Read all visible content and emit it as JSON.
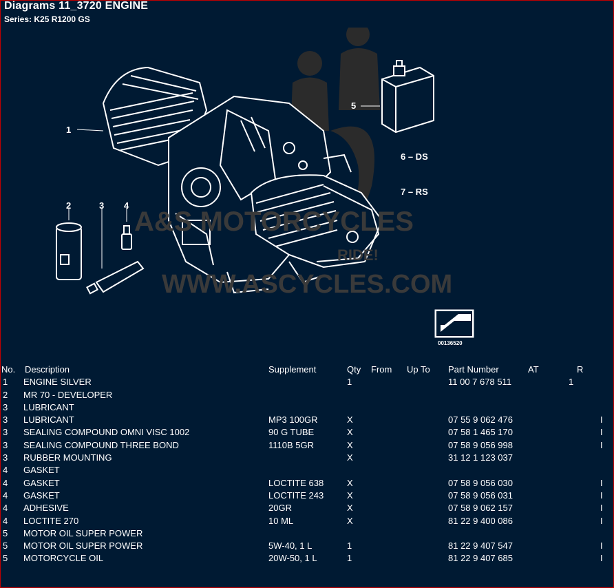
{
  "header": {
    "title": "Diagrams 11_3720 ENGINE",
    "subtitle": "Series: K25 R1200 GS"
  },
  "watermark": {
    "line1": "A&S MOTORCYCLES",
    "line2": "RIDE!",
    "line3": "WWW.ASCYCLES.COM"
  },
  "diagram": {
    "callouts": [
      "1",
      "2",
      "3",
      "4",
      "5",
      "6 – DS",
      "7 – RS"
    ],
    "image_code": "00136520"
  },
  "table": {
    "headers": {
      "no": "No.",
      "description": "Description",
      "supplement": "Supplement",
      "qty": "Qty",
      "from": "From",
      "up_to": "Up To",
      "part_number": "Part Number",
      "at": "AT",
      "r": "R"
    },
    "rows": [
      {
        "no": "1",
        "description": "ENGINE SILVER",
        "supplement": "",
        "qty": "1",
        "part_number": "11 00 7 678 511",
        "r": "1",
        "flag": ""
      },
      {
        "no": "2",
        "description": "MR 70 - DEVELOPER",
        "supplement": "",
        "qty": "",
        "part_number": "",
        "r": "",
        "flag": ""
      },
      {
        "no": "3",
        "description": "LUBRICANT",
        "supplement": "",
        "qty": "",
        "part_number": "",
        "r": "",
        "flag": ""
      },
      {
        "no": "3",
        "description": "LUBRICANT",
        "supplement": "MP3 100GR",
        "qty": "X",
        "part_number": "07 55 9 062 476",
        "r": "",
        "flag": "I"
      },
      {
        "no": "3",
        "description": "SEALING COMPOUND OMNI VISC 1002",
        "supplement": "90 G TUBE",
        "qty": "X",
        "part_number": "07 58 1 465 170",
        "r": "",
        "flag": "I"
      },
      {
        "no": "3",
        "description": "SEALING COMPOUND THREE BOND",
        "supplement": "1110B 5GR",
        "qty": "X",
        "part_number": "07 58 9 056 998",
        "r": "",
        "flag": "I"
      },
      {
        "no": "3",
        "description": "RUBBER MOUNTING",
        "supplement": "",
        "qty": "X",
        "part_number": "31 12 1 123 037",
        "r": "",
        "flag": ""
      },
      {
        "no": "4",
        "description": "GASKET",
        "supplement": "",
        "qty": "",
        "part_number": "",
        "r": "",
        "flag": ""
      },
      {
        "no": "4",
        "description": "GASKET",
        "supplement": "LOCTITE 638",
        "qty": "X",
        "part_number": "07 58 9 056 030",
        "r": "",
        "flag": "I"
      },
      {
        "no": "4",
        "description": "GASKET",
        "supplement": "LOCTITE 243",
        "qty": "X",
        "part_number": "07 58 9 056 031",
        "r": "",
        "flag": "I"
      },
      {
        "no": "4",
        "description": "ADHESIVE",
        "supplement": "20GR",
        "qty": "X",
        "part_number": "07 58 9 062 157",
        "r": "",
        "flag": "I"
      },
      {
        "no": "4",
        "description": "LOCTITE 270",
        "supplement": "10 ML",
        "qty": "X",
        "part_number": "81 22 9 400 086",
        "r": "",
        "flag": "I"
      },
      {
        "no": "5",
        "description": "MOTOR OIL SUPER POWER",
        "supplement": "",
        "qty": "",
        "part_number": "",
        "r": "",
        "flag": ""
      },
      {
        "no": "5",
        "description": "MOTOR OIL SUPER POWER",
        "supplement": "5W-40, 1 L",
        "qty": "1",
        "part_number": "81 22 9 407 547",
        "r": "",
        "flag": "I"
      },
      {
        "no": "5",
        "description": "MOTORCYCLE OIL",
        "supplement": "20W-50, 1 L",
        "qty": "1",
        "part_number": "81 22 9 407 685",
        "r": "",
        "flag": "I"
      }
    ]
  },
  "colors": {
    "background": "#001a33",
    "text": "#ffffff",
    "border": "#c00000",
    "watermark": "#333333"
  }
}
